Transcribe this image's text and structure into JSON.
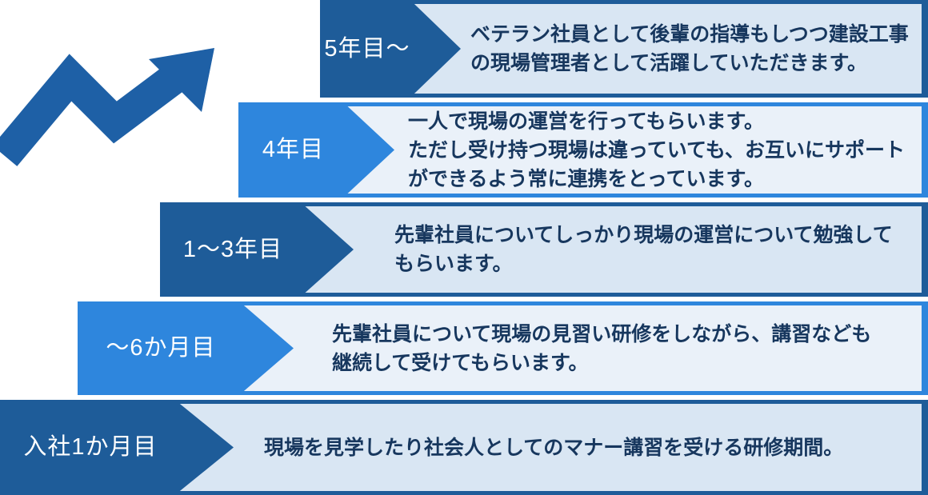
{
  "figure": {
    "type": "career-path-timeline",
    "language": "ja"
  },
  "icons": {
    "growth_arrow": "zigzag-up-right-arrow"
  },
  "colors": {
    "dark_accent": "#1E5C99",
    "bright_accent": "#2E86DD",
    "dark_row_bg": "#D9E6F3",
    "bright_row_bg": "#EAF1F9",
    "body_text": "#17375E",
    "label_text": "#FFFFFF",
    "arrow": "#1E60A6",
    "canvas_bg": "#FFFFFF"
  },
  "timeline": {
    "stages": [
      {
        "label": "5年目～",
        "accent": "#1E5C99",
        "description": "ベテラン社員として後輩の指導もしつつ建設工事\nの現場管理者として活躍していただきます。"
      },
      {
        "label": "4年目",
        "accent": "#2E86DD",
        "description": "一人で現場の運営を行ってもらいます。\nただし受け持つ現場は違っていても、お互いにサポート\nができるよう常に連携をとっています。"
      },
      {
        "label": "1～3年目",
        "accent": "#1E5C99",
        "description": "先輩社員についてしっかり現場の運営について勉強して\nもらいます。"
      },
      {
        "label": "～6か月目",
        "accent": "#2E86DD",
        "description": "先輩社員について現場の見習い研修をしながら、講習なども\n継続して受けてもらいます。"
      },
      {
        "label": "入社1か月目",
        "accent": "#1E5C99",
        "description": "現場を見学したり社会人としてのマナー講習を受ける研修期間。"
      }
    ]
  }
}
